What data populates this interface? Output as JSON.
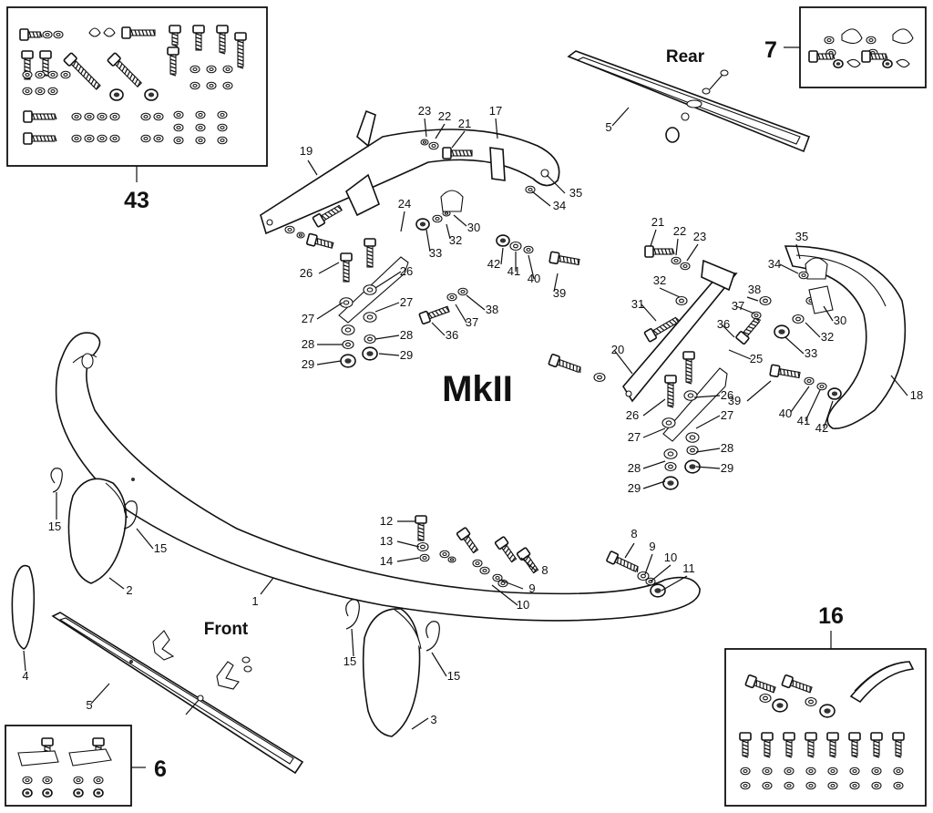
{
  "diagram": {
    "title": "MkII",
    "captions": {
      "rear": "Rear",
      "front": "Front"
    },
    "boxes": {
      "kit_43": "43",
      "kit_7": "7",
      "kit_16": "16",
      "kit_6": "6"
    },
    "labels": [
      "19",
      "23",
      "22",
      "21",
      "17",
      "35",
      "34",
      "24",
      "30",
      "32",
      "33",
      "26",
      "26",
      "27",
      "27",
      "28",
      "28",
      "29",
      "29",
      "42",
      "41",
      "40",
      "39",
      "38",
      "37",
      "36",
      "5",
      "21",
      "22",
      "23",
      "35",
      "34",
      "32",
      "31",
      "38",
      "37",
      "36",
      "30",
      "33",
      "32",
      "20",
      "25",
      "26",
      "26",
      "27",
      "27",
      "28",
      "28",
      "29",
      "29",
      "39",
      "40",
      "41",
      "42",
      "18",
      "12",
      "13",
      "14",
      "8",
      "9",
      "10",
      "8",
      "9",
      "10",
      "11",
      "1",
      "15",
      "15",
      "2",
      "4",
      "5",
      "15",
      "15",
      "3"
    ]
  }
}
